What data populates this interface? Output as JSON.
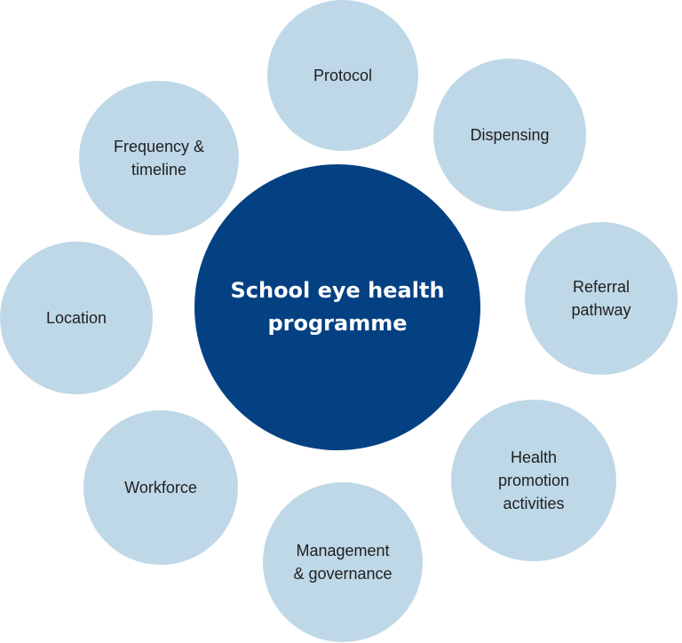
{
  "diagram": {
    "center": {
      "label": "School eye health\nprogramme",
      "color": "#044182"
    },
    "node_color": "#bed8e7",
    "nodes": [
      {
        "id": "protocol",
        "label": "Protocol"
      },
      {
        "id": "dispensing",
        "label": "Dispensing"
      },
      {
        "id": "referral",
        "label": "Referral\npathway"
      },
      {
        "id": "health-promotion",
        "label": "Health\npromotion\nactivities"
      },
      {
        "id": "management",
        "label": "Management\n& governance"
      },
      {
        "id": "workforce",
        "label": "Workforce"
      },
      {
        "id": "location",
        "label": "Location"
      },
      {
        "id": "frequency",
        "label": "Frequency &\ntimeline"
      }
    ]
  }
}
